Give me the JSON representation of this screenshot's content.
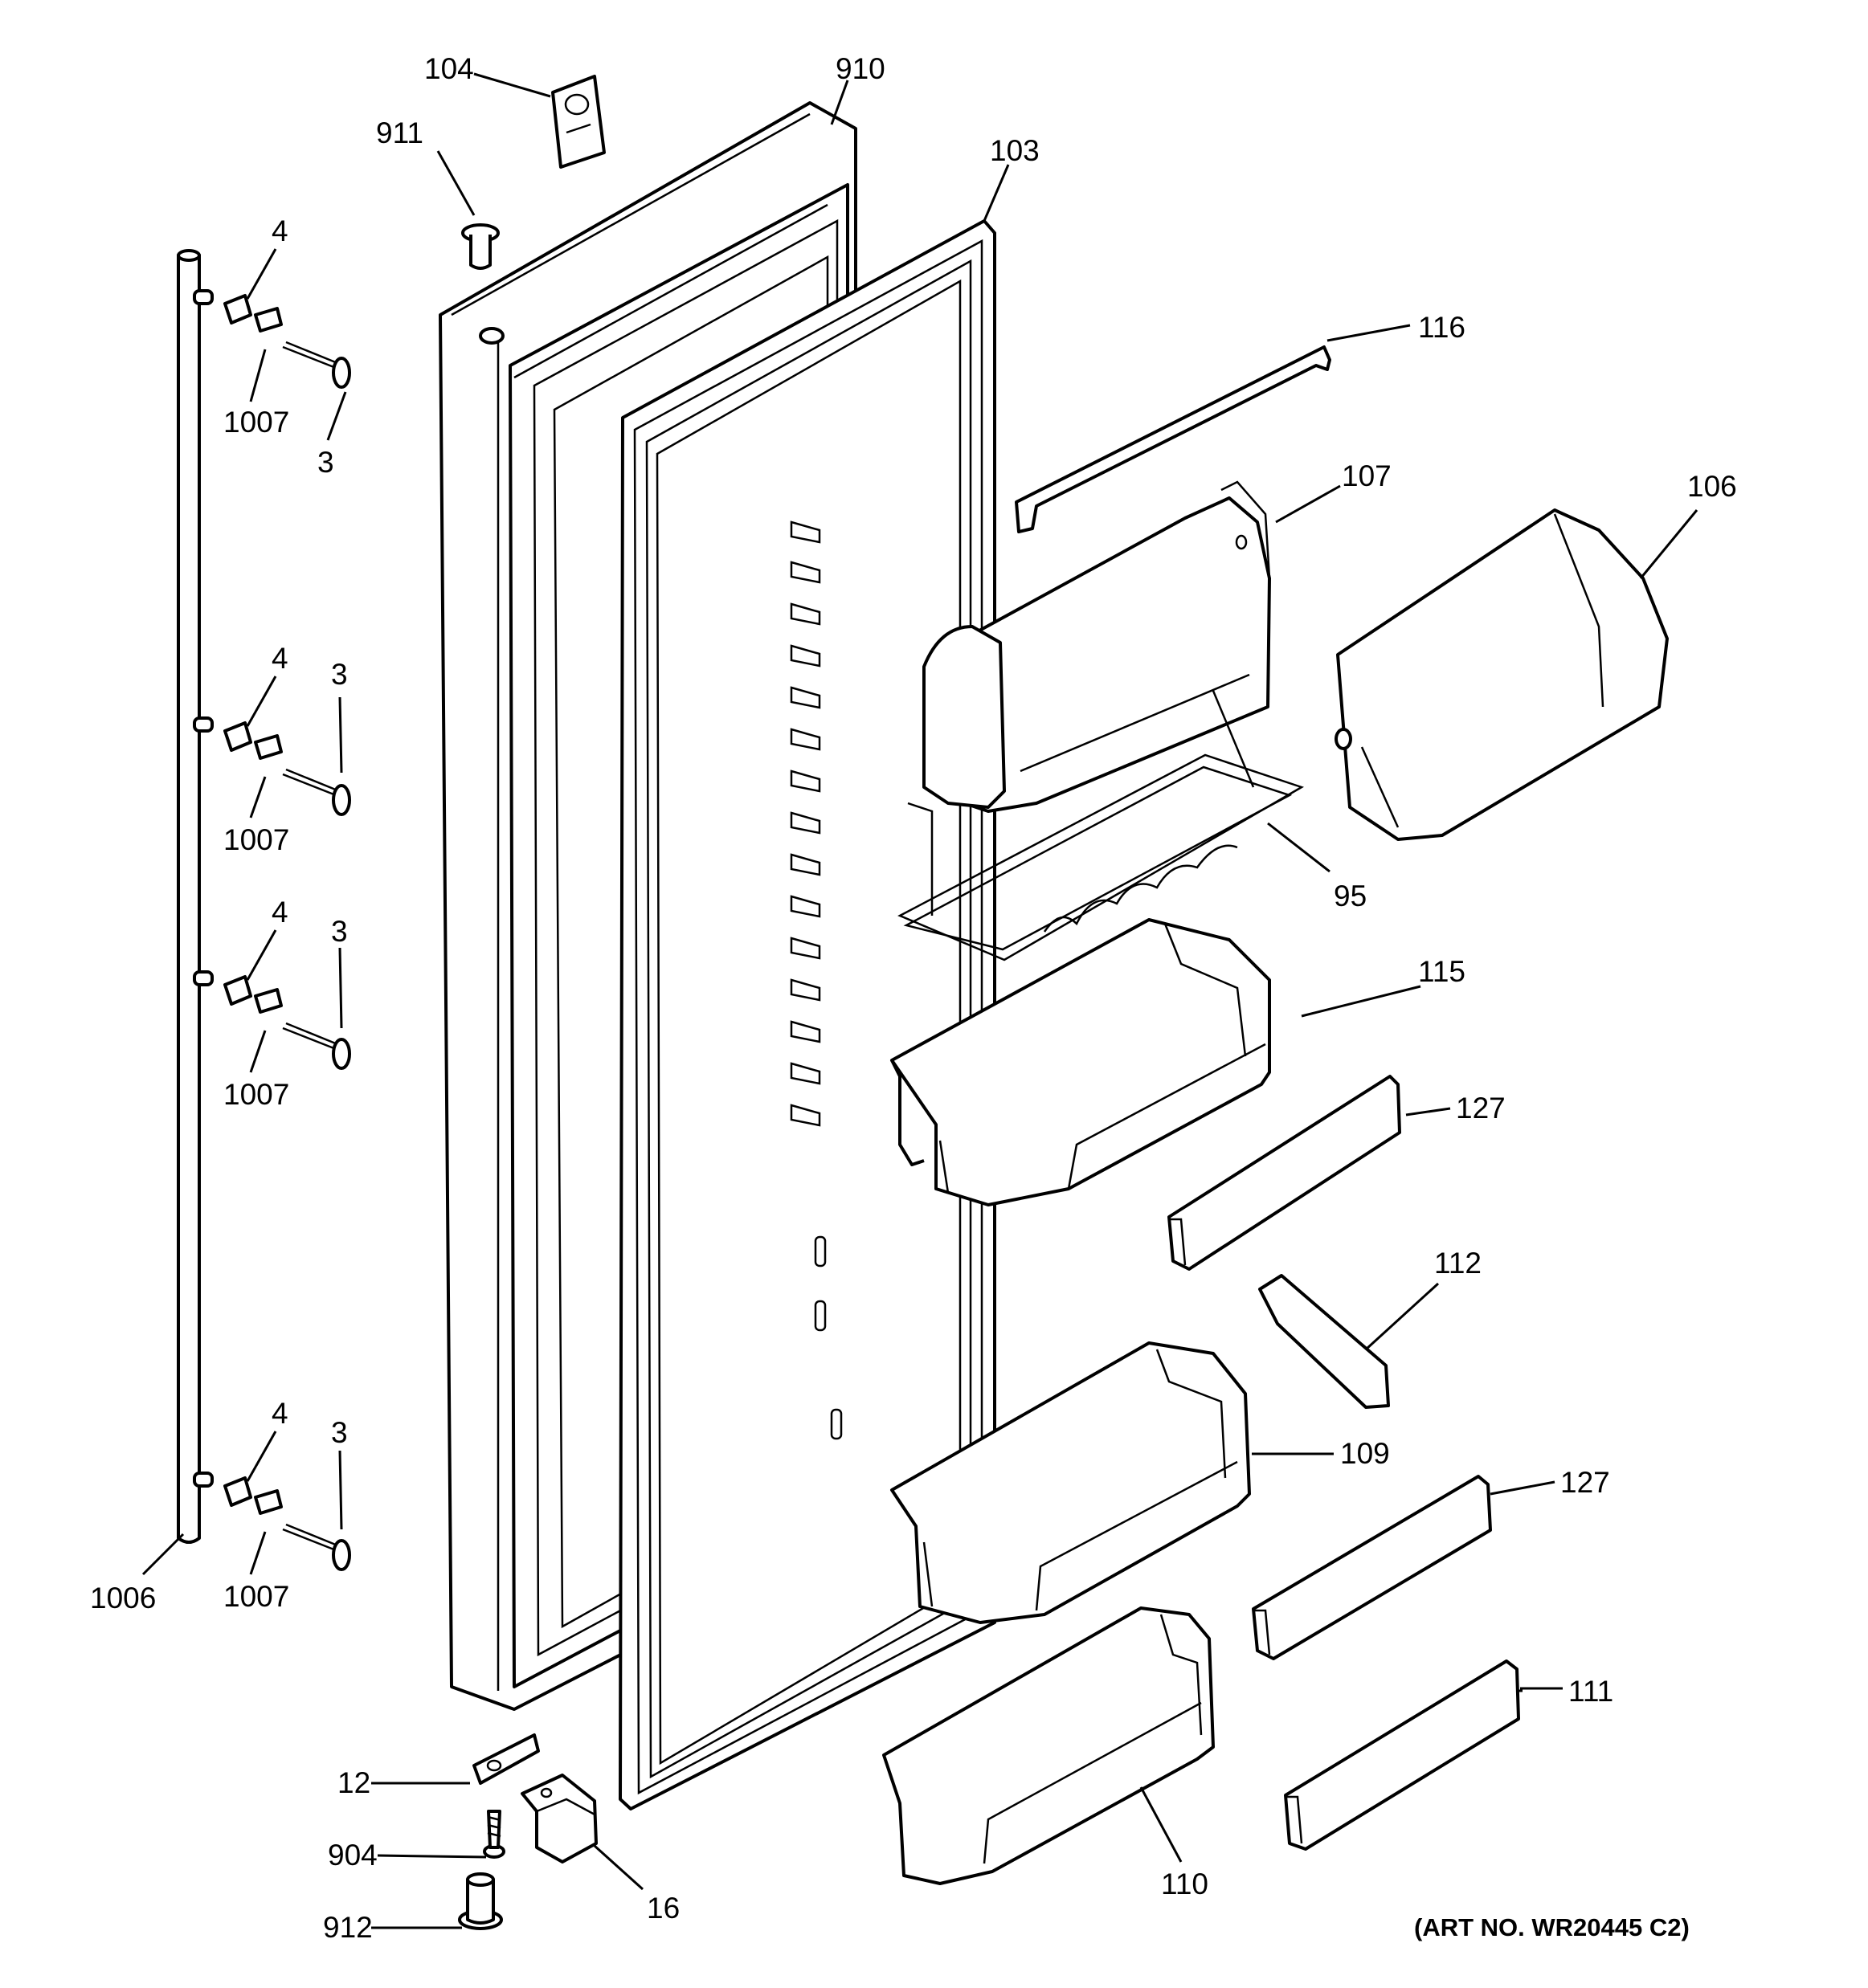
{
  "art_number": "(ART NO. WR20445 C2)",
  "callouts": {
    "c104": "104",
    "c910": "910",
    "c911": "911",
    "c103": "103",
    "c116": "116",
    "c107": "107",
    "c106": "106",
    "c95": "95",
    "c115": "115",
    "c127a": "127",
    "c112": "112",
    "c109": "109",
    "c127b": "127",
    "c111": "111",
    "c110": "110",
    "c12": "12",
    "c904": "904",
    "c16": "16",
    "c912": "912",
    "c1006": "1006",
    "c4a": "4",
    "c1007a": "1007",
    "c3a": "3",
    "c4b": "4",
    "c3b": "3",
    "c1007b": "1007",
    "c4c": "4",
    "c3c": "3",
    "c1007c": "1007",
    "c4d": "4",
    "c3d": "3",
    "c1007d": "1007"
  }
}
